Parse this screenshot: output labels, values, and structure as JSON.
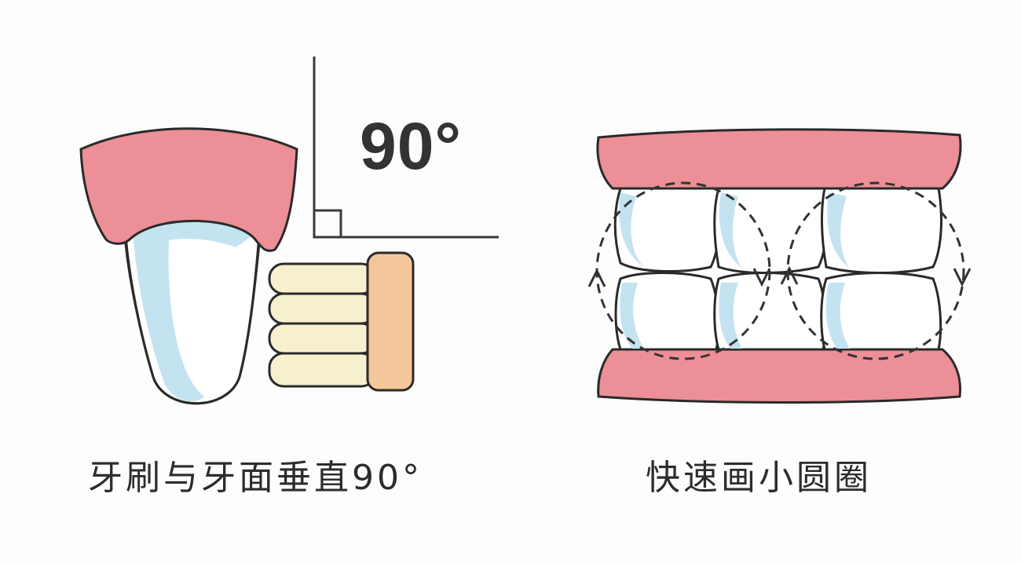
{
  "left_panel": {
    "angle_label": "90°",
    "caption": "牙刷与牙面垂直90°"
  },
  "right_panel": {
    "caption": "快速画小圆圈"
  },
  "colors": {
    "gum": "#ec8f96",
    "tooth_shadow": "#c4e3f0",
    "tooth": "#ffffff",
    "brush_bristles": "#f6f0cf",
    "brush_head": "#f4c79a",
    "outline": "#2a2a2a"
  }
}
